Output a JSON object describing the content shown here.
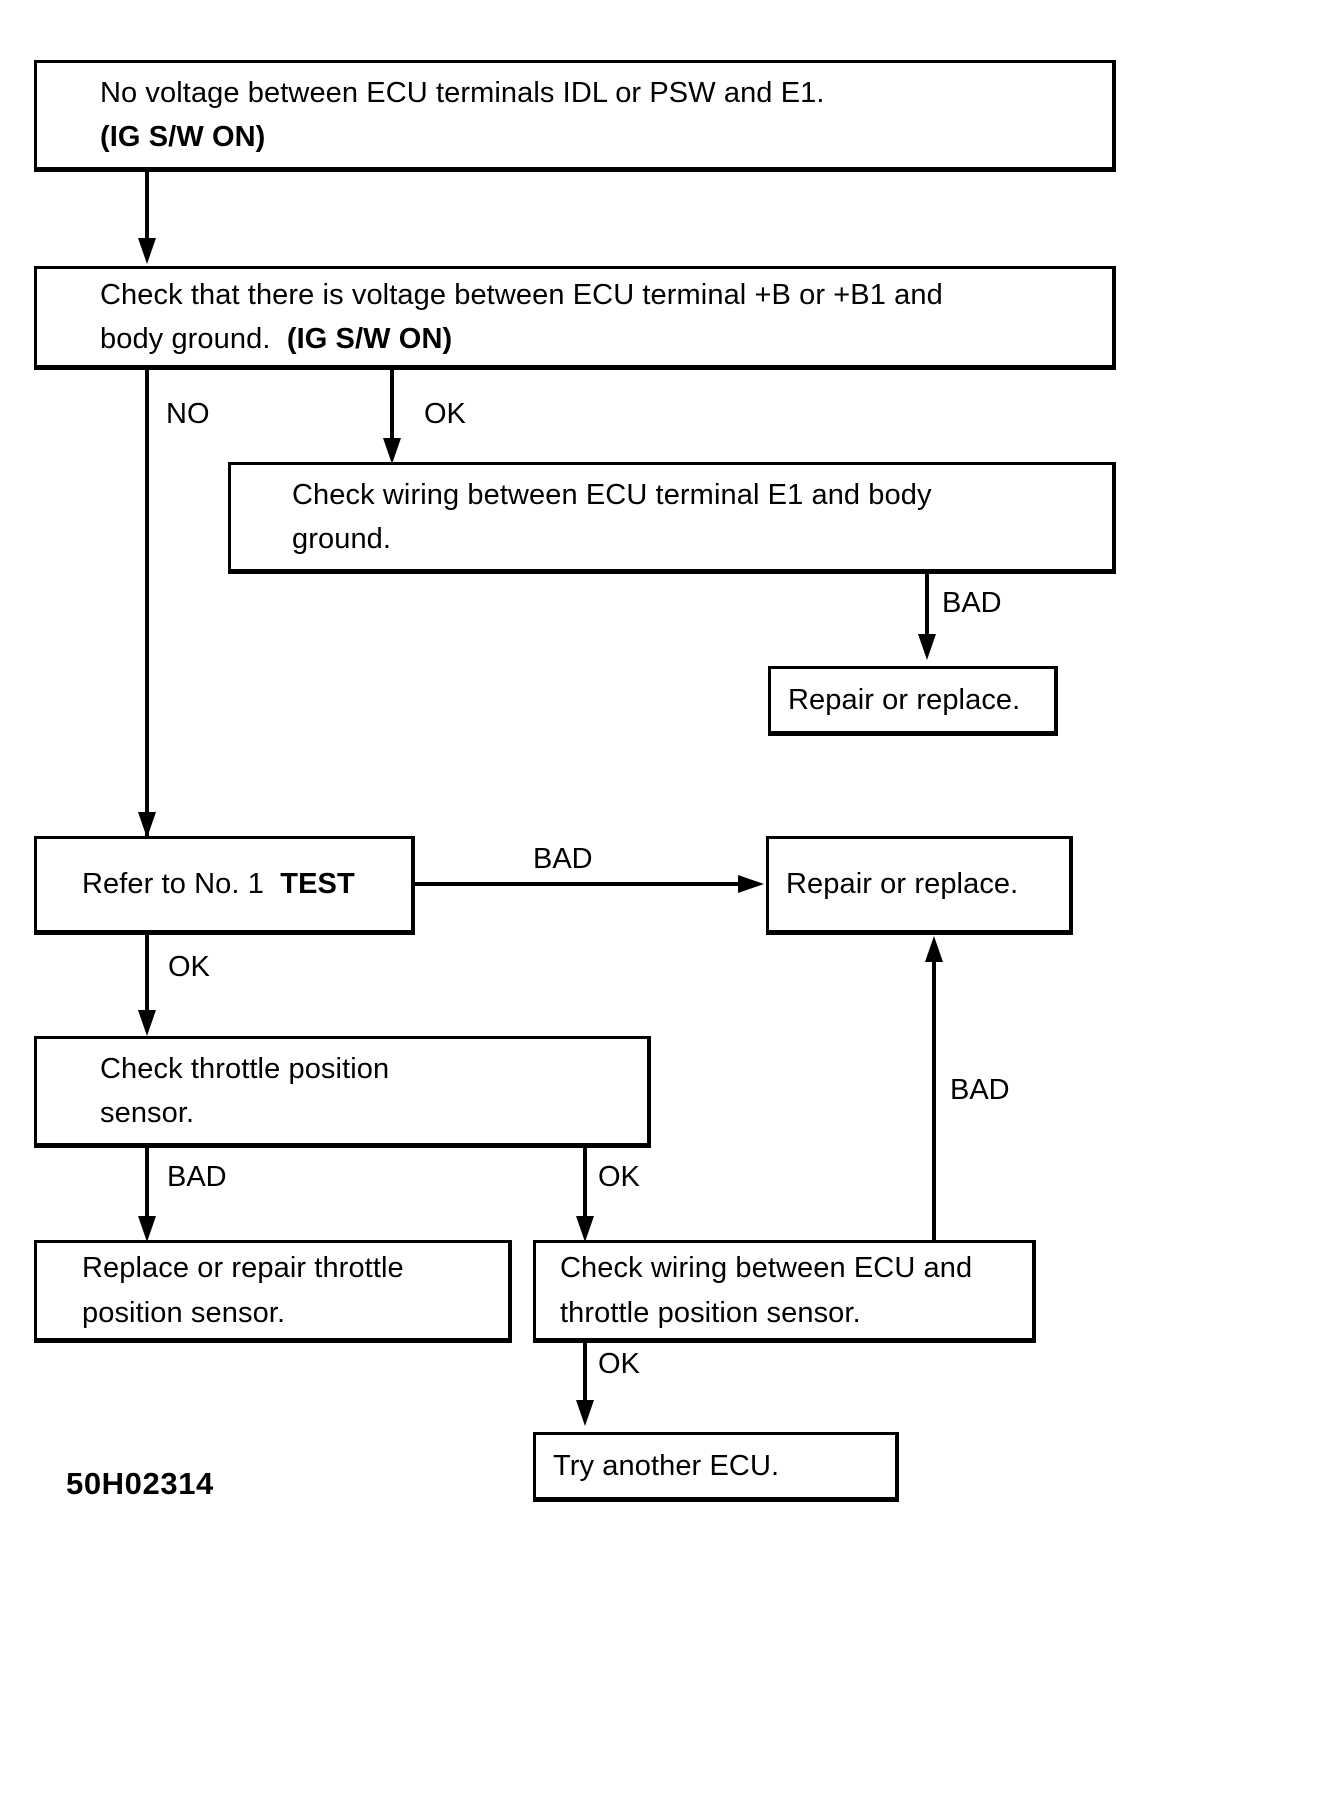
{
  "document": {
    "figure_id": "50H02314",
    "type": "troubleshooting-flowchart"
  },
  "nodes": {
    "symptom": {
      "line1": "No voltage between ECU terminals IDL or PSW and E1.",
      "line2": "(IG S/W ON)"
    },
    "check_b_voltage": {
      "line1": "Check that there is voltage between ECU terminal +B or +B1 and",
      "line2_a": "body ground.",
      "line2_b": "(IG S/W ON)"
    },
    "check_e1_wiring": {
      "line1": "Check wiring between ECU terminal E1 and body",
      "line2": "ground."
    },
    "repair_replace_1": {
      "line1": "Repair or replace."
    },
    "refer_test": {
      "line1_a": "Refer to No. 1",
      "line1_b": "TEST"
    },
    "repair_replace_2": {
      "line1": "Repair or replace."
    },
    "check_tps": {
      "line1": "Check throttle position",
      "line2": "sensor."
    },
    "replace_tps": {
      "line1": "Replace or repair throttle",
      "line2": "position sensor."
    },
    "check_tps_wiring": {
      "line1": "Check wiring between ECU and",
      "line2": "throttle position sensor."
    },
    "try_another_ecu": {
      "line1": "Try another ECU."
    }
  },
  "edges": {
    "no": "NO",
    "ok_1": "OK",
    "bad_1": "BAD",
    "ok_2": "OK",
    "bad_2": "BAD",
    "bad_3": "BAD",
    "ok_3": "OK",
    "bad_4": "BAD",
    "ok_4": "OK"
  }
}
